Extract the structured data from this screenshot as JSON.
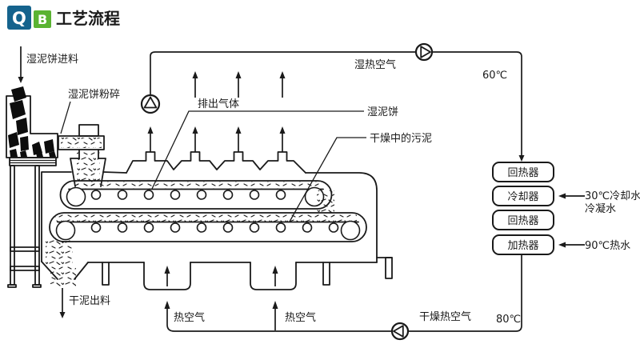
{
  "logo": {
    "q_letter": "Q",
    "b_letter": "B",
    "title": "工艺流程",
    "colors": {
      "q_bg": "#15638d",
      "b_bg": "#5ab332",
      "title": "#1c5fa5"
    }
  },
  "diagram": {
    "line_color": "#1a1a1a",
    "labels": {
      "feed": "湿泥饼进料",
      "crusher": "湿泥饼粉碎",
      "exhaust_gas": "排出气体",
      "humid_hot_air": "湿热空气",
      "temp_60": "60℃",
      "wet_cake": "湿泥饼",
      "drying_sludge": "干燥中的污泥",
      "cooling_water": "30℃冷却水",
      "condensate": "冷凝水",
      "hot_water": "90℃热水",
      "dry_discharge": "干泥出料",
      "hot_air_1": "热空气",
      "hot_air_2": "热空气",
      "dry_hot_air": "干燥热空气",
      "temp_80": "80℃"
    },
    "heat_exchangers": [
      {
        "label": "回热器"
      },
      {
        "label": "冷却器"
      },
      {
        "label": "回热器"
      },
      {
        "label": "加热器"
      }
    ],
    "fans": [
      {
        "name": "exhaust-fan",
        "direction": "up"
      },
      {
        "name": "supply-fan",
        "direction": "right"
      },
      {
        "name": "circulation-fan",
        "direction": "left"
      }
    ]
  }
}
